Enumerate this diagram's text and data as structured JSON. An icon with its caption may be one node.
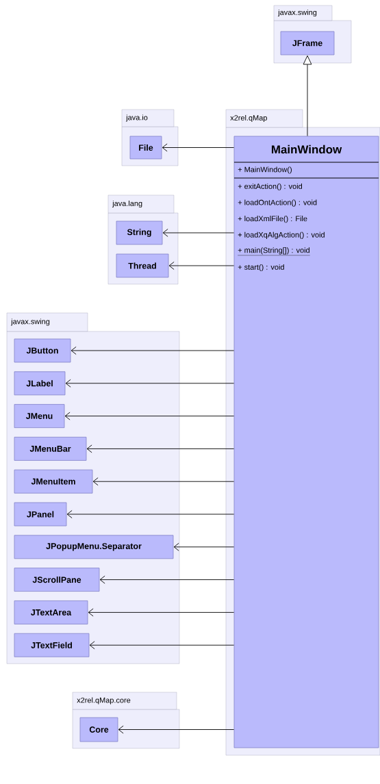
{
  "diagram": {
    "nodes": [
      {
        "text": [
          "javax.swing"
        ]
      },
      {
        "text": [
          "JFrame"
        ],
        "in": 0
      },
      {
        "text": [
          "java.io"
        ]
      },
      {
        "text": [
          "File"
        ],
        "in": 2
      },
      {
        "text": [
          "x2rel.qMap"
        ]
      },
      {
        "text": [
          "MainWindow",
          "+ MainWindow()",
          "+ exitAction() : void",
          "+ loadOntAction() : void",
          "+ loadXmlFile() : File",
          "+ loadXqAlgAction() : void",
          "+ main(String[]) : void",
          "+ start() : void"
        ],
        "in": 4
      },
      {
        "text": [
          "java.lang"
        ]
      },
      {
        "text": [
          "String"
        ],
        "in": 6
      },
      {
        "text": [
          "Thread"
        ],
        "in": 6
      },
      {
        "text": [
          "javax.swing"
        ]
      },
      {
        "text": [
          "JButton"
        ],
        "in": 9
      },
      {
        "text": [
          "JLabel"
        ],
        "in": 9
      },
      {
        "text": [
          "JMenu"
        ],
        "in": 9
      },
      {
        "text": [
          "JMenuBar"
        ],
        "in": 9
      },
      {
        "text": [
          "JMenuItem"
        ],
        "in": 9
      },
      {
        "text": [
          "JPanel"
        ],
        "in": 9
      },
      {
        "text": [
          "JPopupMenu.Separator"
        ],
        "in": 9
      },
      {
        "text": [
          "JScrollPane"
        ],
        "in": 9
      },
      {
        "text": [
          "JTextArea"
        ],
        "in": 9
      },
      {
        "text": [
          "JTextField"
        ],
        "in": 9
      },
      {
        "text": [
          "x2rel.qMap.core"
        ]
      },
      {
        "text": [
          "Core"
        ],
        "in": 20
      }
    ],
    "edges": [
      {
        "from": 5,
        "to": 1,
        "arrow": "to"
      },
      {
        "from": 5,
        "to": 3,
        "arrow": "to"
      },
      {
        "from": 5,
        "to": 7,
        "arrow": "to"
      },
      {
        "from": 5,
        "to": 8,
        "arrow": "to"
      },
      {
        "from": 5,
        "to": 10,
        "arrow": "to"
      },
      {
        "from": 5,
        "to": 11,
        "arrow": "to"
      },
      {
        "from": 5,
        "to": 12,
        "arrow": "to"
      },
      {
        "from": 5,
        "to": 13,
        "arrow": "to"
      },
      {
        "from": 5,
        "to": 14,
        "arrow": "to"
      },
      {
        "from": 5,
        "to": 15,
        "arrow": "to"
      },
      {
        "from": 5,
        "to": 16,
        "arrow": "to"
      },
      {
        "from": 5,
        "to": 17,
        "arrow": "to"
      },
      {
        "from": 5,
        "to": 18,
        "arrow": "to"
      },
      {
        "from": 5,
        "to": 19,
        "arrow": "to"
      },
      {
        "from": 5,
        "to": 21,
        "arrow": "to"
      }
    ]
  }
}
